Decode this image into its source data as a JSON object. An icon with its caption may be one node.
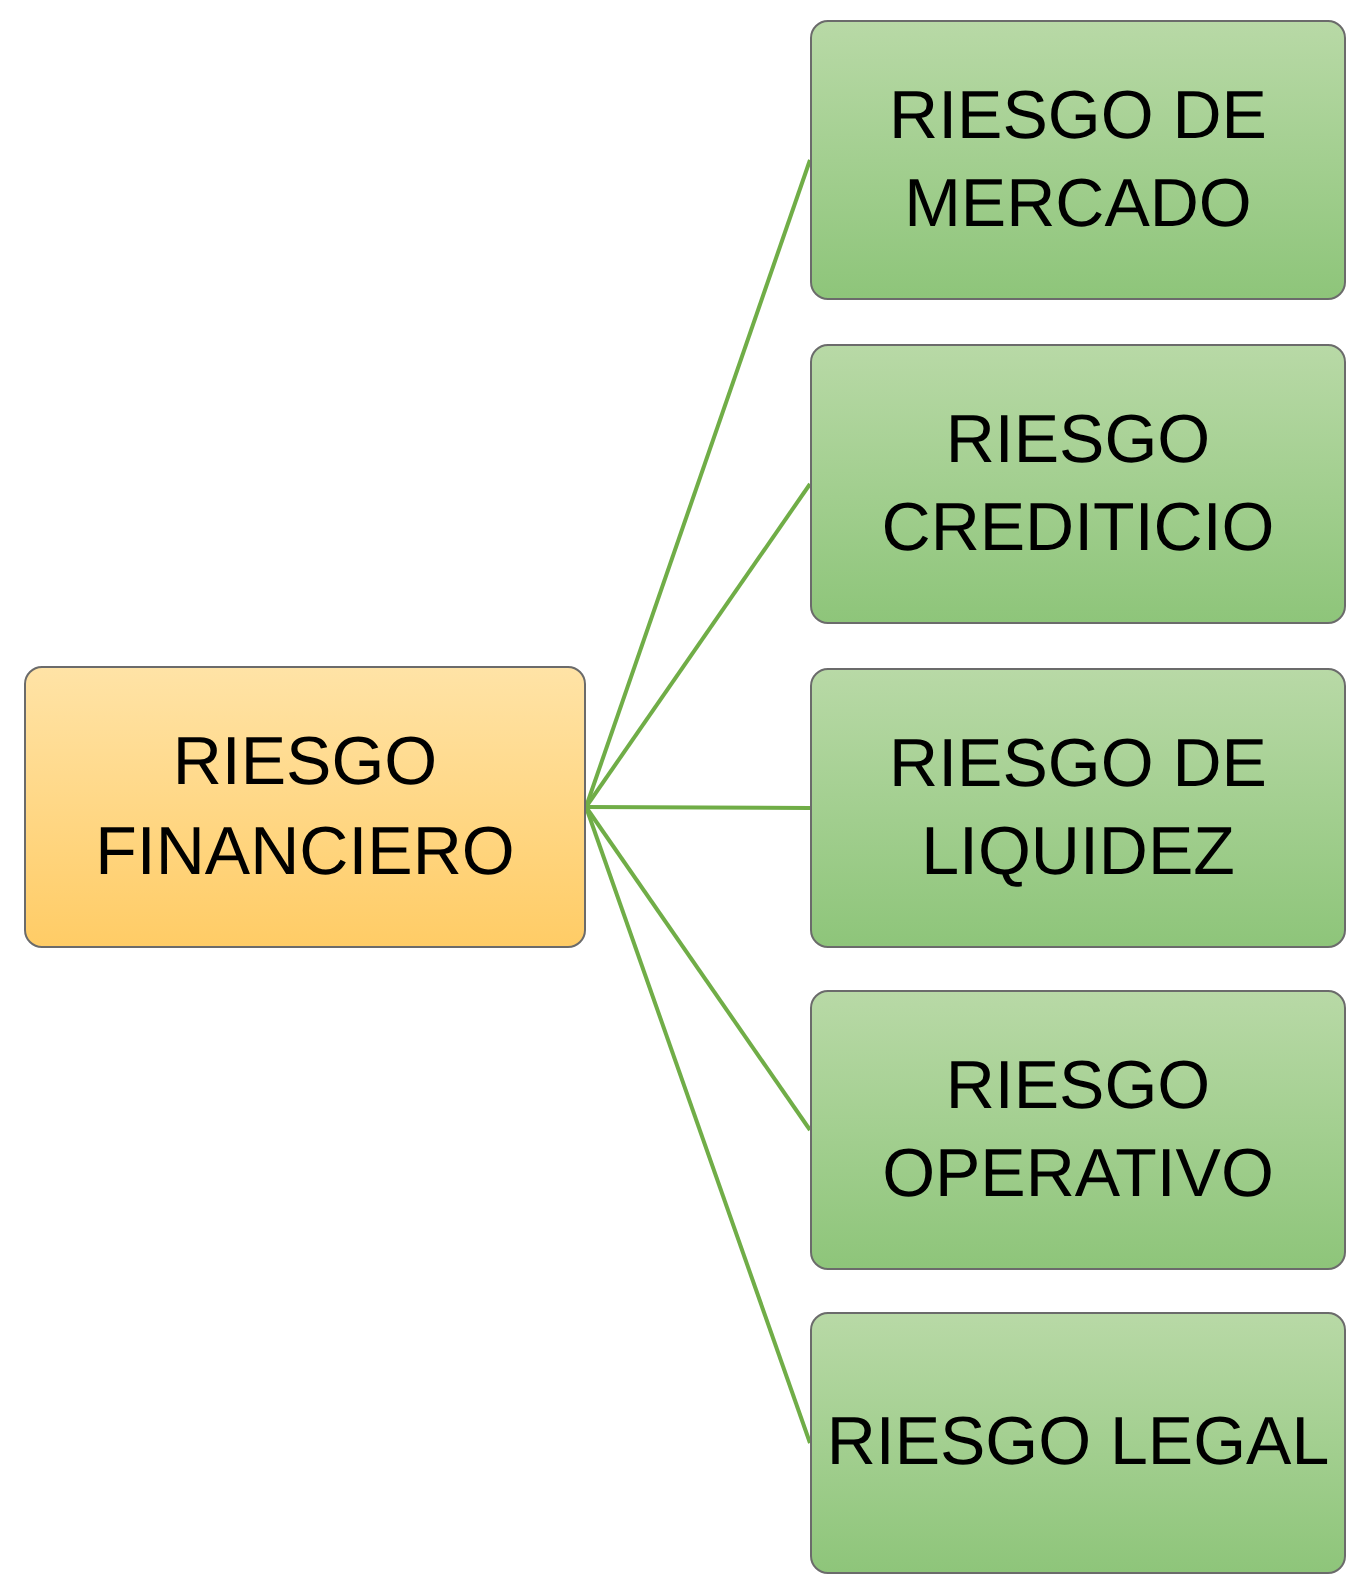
{
  "diagram": {
    "nodes": [
      {
        "text": [
          "RIESGO FINANCIERO"
        ]
      },
      {
        "text": [
          "RIESGO DE MERCADO"
        ]
      },
      {
        "text": [
          "RIESGO CREDITICIO"
        ]
      },
      {
        "text": [
          "RIESGO DE LIQUIDEZ"
        ]
      },
      {
        "text": [
          "RIESGO OPERATIVO"
        ]
      },
      {
        "text": [
          "RIESGO LEGAL"
        ]
      }
    ],
    "edges": [
      {
        "from": 0,
        "to": 1,
        "arrow": "none"
      },
      {
        "from": 0,
        "to": 2,
        "arrow": "none"
      },
      {
        "from": 0,
        "to": 3,
        "arrow": "none"
      },
      {
        "from": 0,
        "to": 4,
        "arrow": "none"
      },
      {
        "from": 0,
        "to": 5,
        "arrow": "none"
      }
    ]
  }
}
